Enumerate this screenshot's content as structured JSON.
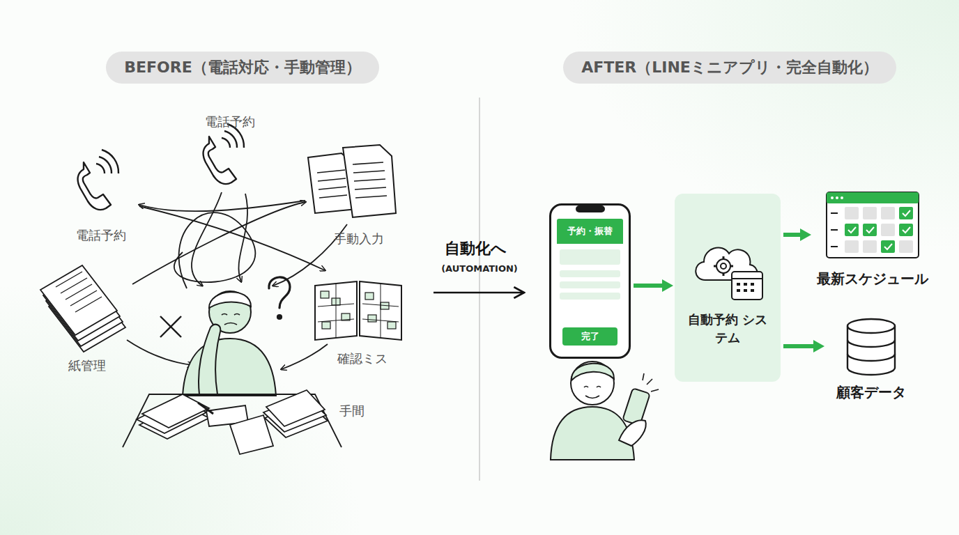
{
  "diagram": {
    "nodes": [
      {
        "text": [
          "BEFORE（電話対応・手動管理）"
        ]
      },
      {
        "text": [
          "AFTER（LINEミニアプリ・完全自動化）"
        ]
      },
      {
        "text": [
          "予約・振替",
          "完了"
        ]
      },
      {
        "text": [
          "自動予約 システム"
        ]
      },
      {
        "text": [
          "最新スケジュール"
        ]
      },
      {
        "text": [
          "顧客データ"
        ]
      }
    ],
    "edges": [
      {
        "from": 2,
        "to": 3,
        "arrow": "to"
      },
      {
        "from": 3,
        "to": 4,
        "arrow": "to"
      },
      {
        "from": 3,
        "to": 5,
        "arrow": "to"
      }
    ],
    "labels": [
      "電話予約",
      "電話予約",
      "手動入力",
      "紙管理",
      "確認ミス",
      "手間",
      "自動化へ",
      "(AUTOMATION)"
    ]
  }
}
